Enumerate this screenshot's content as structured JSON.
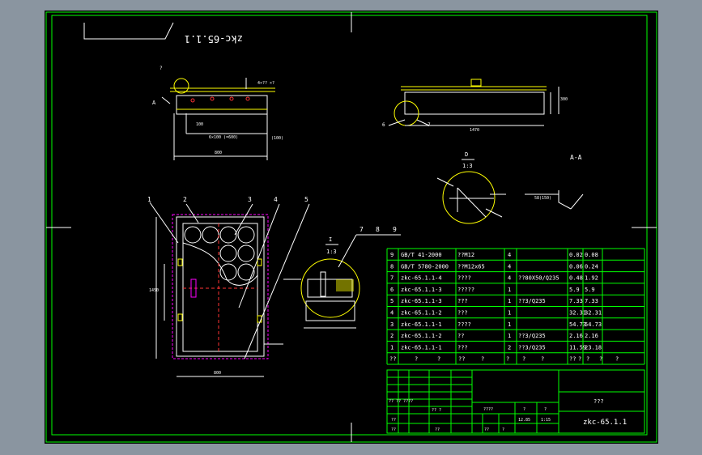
{
  "colors": {
    "background": "#8a95a0",
    "paper": "#000000",
    "frame": "#00ff00",
    "yellow": "#ffff00",
    "white": "#ffffff",
    "red": "#ff3333",
    "magenta": "#ff00ff",
    "cyan": "#00ffff"
  },
  "header_tag": "zkc-65.1.1",
  "views": {
    "top_left_dims": [
      "?",
      "A",
      "4×?? ×?",
      "100",
      "(100)",
      "6×100 (=600)",
      "800"
    ],
    "top_right_dims": [
      "6",
      "7",
      "1470",
      "300"
    ],
    "detail_top": {
      "label": "D",
      "scale": "1:3"
    },
    "section": {
      "label": "A-A",
      "dim": "58(150)"
    },
    "detail_mid": {
      "label": "I",
      "scale": "1:3"
    },
    "callouts_front": [
      "1",
      "2",
      "3",
      "4",
      "5"
    ],
    "callouts_detail": [
      "7",
      "8",
      "9"
    ],
    "front_dims": [
      "1450",
      "800"
    ]
  },
  "bom": {
    "rows": [
      {
        "no": "9",
        "code": "GB/T 41-2000",
        "name": "??M12",
        "qty": "4",
        "material": "",
        "unit": "0.02",
        "total": "0.08"
      },
      {
        "no": "8",
        "code": "GB/T 5780-2000",
        "name": "??M12x65",
        "qty": "4",
        "material": "",
        "unit": "0.06",
        "total": "0.24"
      },
      {
        "no": "7",
        "code": "zkc-65.1.1-4",
        "name": "????",
        "qty": "4",
        "material": "??80X50/Q235",
        "unit": "0.48",
        "total": "1.92"
      },
      {
        "no": "6",
        "code": "zkc-65.1.1-3",
        "name": "?????",
        "qty": "1",
        "material": "",
        "unit": "5.9",
        "total": "5.9"
      },
      {
        "no": "5",
        "code": "zkc-65.1.1-3",
        "name": "???",
        "qty": "1",
        "material": "??3/Q235",
        "unit": "7.33",
        "total": "7.33"
      },
      {
        "no": "4",
        "code": "zkc-65.1.1-2",
        "name": "???",
        "qty": "1",
        "material": "",
        "unit": "32.31",
        "total": "32.31"
      },
      {
        "no": "3",
        "code": "zkc-65.1.1-1",
        "name": "????",
        "qty": "1",
        "material": "",
        "unit": "54.73",
        "total": "54.73"
      },
      {
        "no": "2",
        "code": "zkc-65.1.1-2",
        "name": "??",
        "qty": "1",
        "material": "??3/Q235",
        "unit": "2.16",
        "total": "2.16"
      },
      {
        "no": "1",
        "code": "zkc-65.1.1-1",
        "name": "???",
        "qty": "2",
        "material": "??3/Q235",
        "unit": "11.59",
        "total": "23.18"
      }
    ],
    "header": [
      "??",
      "?",
      "?",
      "??",
      "?",
      "?",
      "?",
      "?",
      "??",
      "?",
      "?",
      "?",
      "?"
    ]
  },
  "title_block": {
    "part_name": "???",
    "drawing_no": "zkc-65.1.1",
    "row_labels": [
      "?? ?? ????",
      "?? ?",
      "??",
      "??",
      "??"
    ],
    "small_labels": [
      "????",
      "?",
      "?",
      "??",
      "?",
      "12.85",
      "1:15"
    ]
  }
}
